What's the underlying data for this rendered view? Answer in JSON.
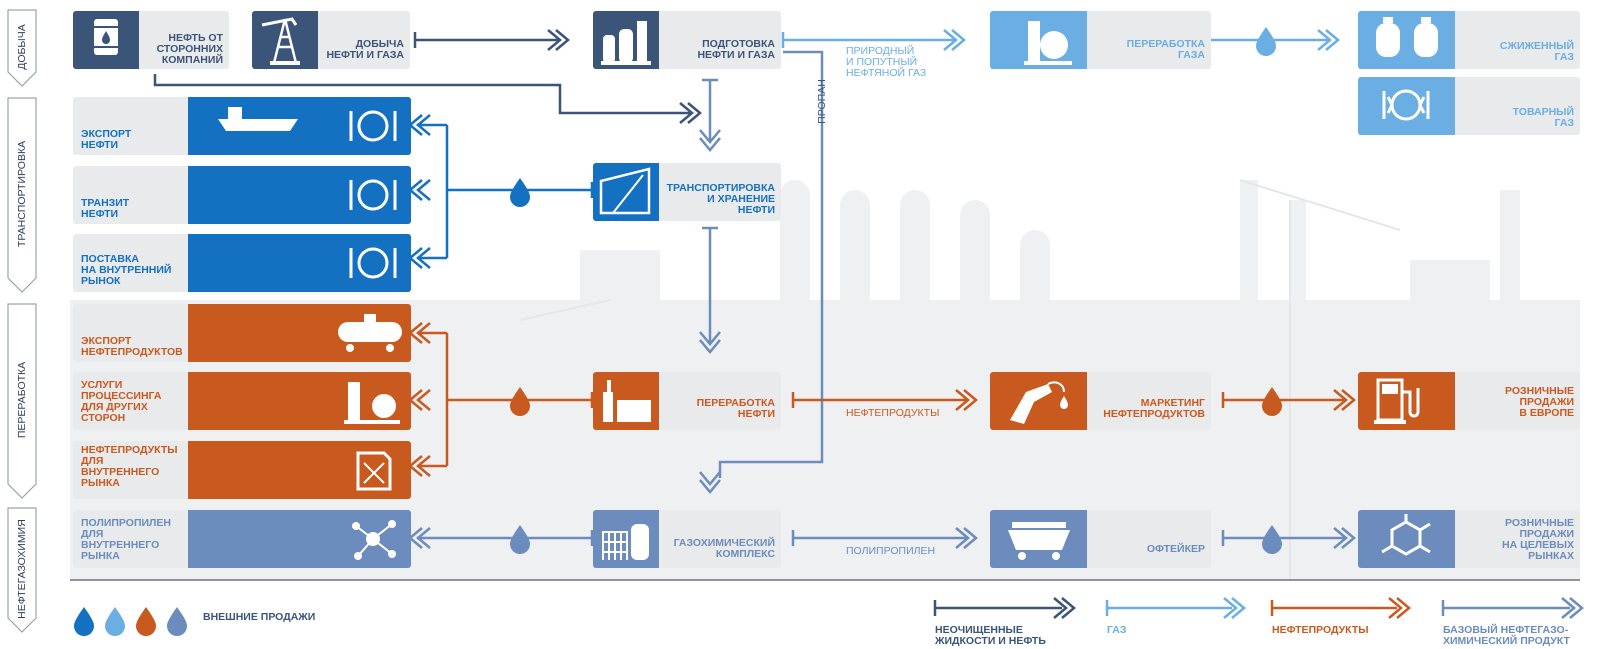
{
  "colors": {
    "navy": "#3b5578",
    "blue": "#1470c0",
    "lightblue": "#6aaee3",
    "orange": "#c85a1f",
    "steel": "#6b8cbd",
    "grey": "#e9eaec",
    "bg": "#eef0f2"
  },
  "stages": [
    "ДОБЫЧА",
    "ТРАНСПОРТИРОВКА",
    "ПЕРЕРАБОТКА",
    "НЕФТЕГАЗОХИМИЯ"
  ],
  "nodes": {
    "third_party_oil": "НЕФТЬ ОТ\nСТОРОННИХ\nКОМПАНИЙ",
    "oil_gas_production": "ДОБЫЧА\nНЕФТИ И ГАЗА",
    "oil_gas_preparation": "ПОДГОТОВКА\nНЕФТИ И ГАЗА",
    "gas_processing": "ПЕРЕРАБОТКА\nГАЗА",
    "liquefied_gas": "СЖИЖЕННЫЙ\nГАЗ",
    "commercial_gas": "ТОВАРНЫЙ\nГАЗ",
    "oil_export": "ЭКСПОРТ\nНЕФТИ",
    "oil_transit": "ТРАНЗИТ\nНЕФТИ",
    "domestic_supply": "ПОСТАВКА\nНА ВНУТРЕННИЙ\nРЫНОК",
    "oil_transport_storage": "ТРАНСПОРТИРОВКА\nИ ХРАНЕНИЕ\nНЕФТИ",
    "product_export": "ЭКСПОРТ\nНЕФТЕПРОДУКТОВ",
    "processing_services": "УСЛУГИ\nПРОЦЕССИНГА\nДЛЯ ДРУГИХ\nСТОРОН",
    "domestic_products": "НЕФТЕПРОДУКТЫ\nДЛЯ\nВНУТРЕННЕГО\nРЫНКА",
    "oil_refining": "ПЕРЕРАБОТКА\nНЕФТИ",
    "product_marketing": "МАРКЕТИНГ\nНЕФТЕПРОДУКТОВ",
    "retail_europe": "РОЗНИЧНЫЕ\nПРОДАЖИ\nВ ЕВРОПЕ",
    "polypropylene_domestic": "ПОЛИПРОПИЛЕН\nДЛЯ\nВНУТРЕННЕГО\nРЫНКА",
    "gas_chemical_complex": "ГАЗОХИМИЧЕСКИЙ\nКОМПЛЕКС",
    "offtaker": "ОФТЕЙКЕР",
    "retail_target": "РОЗНИЧНЫЕ\nПРОДАЖИ\nНА ЦЕЛЕВЫХ\nРЫНКАХ"
  },
  "flow_labels": {
    "associated_gas": "ПРИРОДНЫЙ\nИ ПОПУТНЫЙ\nНЕФТЯНОЙ ГАЗ",
    "propane": "ПРОПАН",
    "petroleum_products": "НЕФТЕПРОДУКТЫ",
    "polypropylene": "ПОЛИПРОПИЛЕН"
  },
  "legend": {
    "external_sales": "ВНЕШНИЕ ПРОДАЖИ",
    "crude": "НЕОЧИЩЕННЫЕ\nЖИДКОСТИ И НЕФТЬ",
    "gas": "ГАЗ",
    "products": "НЕФТЕПРОДУКТЫ",
    "petrochem": "БАЗОВЫЙ НЕФТЕГАЗО-\nХИМИЧЕСКИЙ ПРОДУКТ"
  }
}
